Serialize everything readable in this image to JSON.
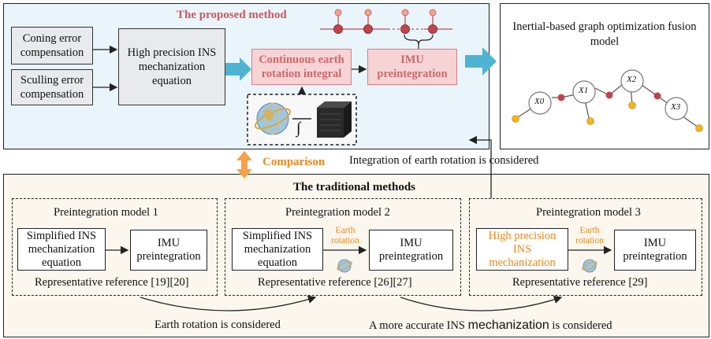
{
  "proposed": {
    "title": "The proposed method",
    "coning": "Coning error compensation",
    "sculling": "Sculling error compensation",
    "mechanization": "High precision INS mechanization equation",
    "earth_integral": "Continuous earth rotation integral",
    "imu_preint": "IMU preintegration",
    "integral_symbol": "∫"
  },
  "fusion": {
    "title": "Inertial-based graph optimization fusion model",
    "nodes": [
      "X0",
      "X1",
      "X2",
      "X3"
    ]
  },
  "comparison": "Comparison",
  "integration_note": "Integration of earth rotation  is considered",
  "traditional": {
    "title": "The traditional methods",
    "model1": {
      "title": "Preintegration model 1",
      "mech": "Simplified INS mechanization equation",
      "imu": "IMU preintegration",
      "ref": "Representative reference [19][20]"
    },
    "model2": {
      "title": "Preintegration model 2",
      "mech": "Simplified INS mechanization equation",
      "earth": "Earth rotation",
      "imu": "IMU preintegration",
      "ref": "Representative reference [26][27]"
    },
    "model3": {
      "title": "Preintegration model 3",
      "mech": "High precision INS mechanization",
      "earth": "Earth rotation",
      "imu": "IMU preintegration",
      "ref": "Representative reference [29]"
    },
    "note1": "Earth rotation is considered",
    "note2_a": "A more accurate INS",
    "note2_b": "mechanization",
    "note2_c": "is considered"
  },
  "colors": {
    "accent_blue": "#4fb4d4",
    "accent_orange": "#e8891c",
    "proposed_red": "#c85a5e",
    "node_red": "#c0454a",
    "node_yellow": "#f2b51d"
  }
}
